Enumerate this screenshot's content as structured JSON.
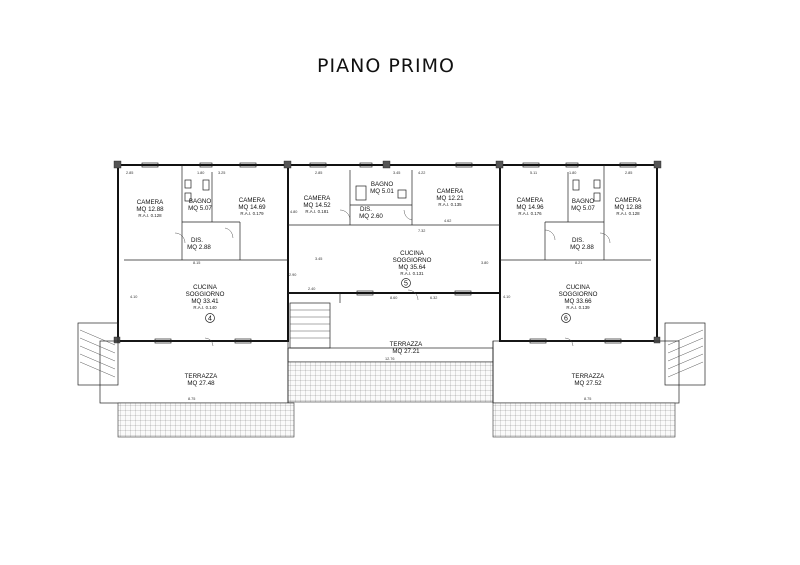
{
  "title": "PIANO PRIMO",
  "units": [
    {
      "num": "4"
    },
    {
      "num": "5"
    },
    {
      "num": "6"
    }
  ],
  "rooms": [
    {
      "id": "camera-1",
      "name": "CAMERA",
      "area": "MQ 12.88",
      "rai": "R.A.I. 0.128"
    },
    {
      "id": "bagno-1",
      "name": "BAGNO",
      "area": "MQ 5.07",
      "rai": ""
    },
    {
      "id": "camera-2",
      "name": "CAMERA",
      "area": "MQ 14.69",
      "rai": "R.A.I. 0.179"
    },
    {
      "id": "dis-1",
      "name": "DIS.",
      "area": "MQ 2.88",
      "rai": ""
    },
    {
      "id": "cucina-4",
      "name": "CUCINA",
      "name2": "SOGGIORNO",
      "area": "MQ 33.41",
      "rai": "R.A.I. 0.140"
    },
    {
      "id": "terrazza-4",
      "name": "TERRAZZA",
      "area": "MQ 27.48",
      "rai": ""
    },
    {
      "id": "camera-3",
      "name": "CAMERA",
      "area": "MQ 14.52",
      "rai": "R.A.I. 0.181"
    },
    {
      "id": "bagno-2",
      "name": "BAGNO",
      "area": "MQ 5.01",
      "rai": ""
    },
    {
      "id": "dis-2",
      "name": "DIS.",
      "area": "MQ 2.60",
      "rai": ""
    },
    {
      "id": "camera-4",
      "name": "CAMERA",
      "area": "MQ 12.21",
      "rai": "R.A.I. 0.135"
    },
    {
      "id": "cucina-5",
      "name": "CUCINA",
      "name2": "SOGGIORNO",
      "area": "MQ 35.64",
      "rai": "R.A.I. 0.131"
    },
    {
      "id": "terrazza-5",
      "name": "TERRAZZA",
      "area": "MQ 27.21",
      "rai": ""
    },
    {
      "id": "camera-5",
      "name": "CAMERA",
      "area": "MQ 14.96",
      "rai": "R.A.I. 0.176"
    },
    {
      "id": "bagno-3",
      "name": "BAGNO",
      "area": "MQ 5.07",
      "rai": ""
    },
    {
      "id": "camera-6",
      "name": "CAMERA",
      "area": "MQ 12.88",
      "rai": "R.A.I. 0.128"
    },
    {
      "id": "dis-3",
      "name": "DIS.",
      "area": "MQ 2.88",
      "rai": ""
    },
    {
      "id": "cucina-6",
      "name": "CUCINA",
      "name2": "SOGGIORNO",
      "area": "MQ 33.66",
      "rai": "R.A.I. 0.139"
    },
    {
      "id": "terrazza-6",
      "name": "TERRAZZA",
      "area": "MQ 27.52",
      "rai": ""
    }
  ],
  "dimensions": {
    "d1": "2.85",
    "d2": "1.80",
    "d3": "3.25",
    "d4": "2.85",
    "d5": "3.45",
    "d6": "4.22",
    "d7": "5.11",
    "d8": "1.80",
    "d9": "2.85",
    "d10": "4.62",
    "d11": "7.32",
    "d12": "3.45",
    "d13": "2.40",
    "d14": "8.60",
    "d15": "6.32",
    "d16": "4.10",
    "d17": "4.10",
    "d18": "8.75",
    "d19": "8.75",
    "d20": "12.76",
    "d21": "2.90",
    "d22": "3.80",
    "d23": "4.80",
    "d24": "8.15",
    "d25": "8.21"
  }
}
